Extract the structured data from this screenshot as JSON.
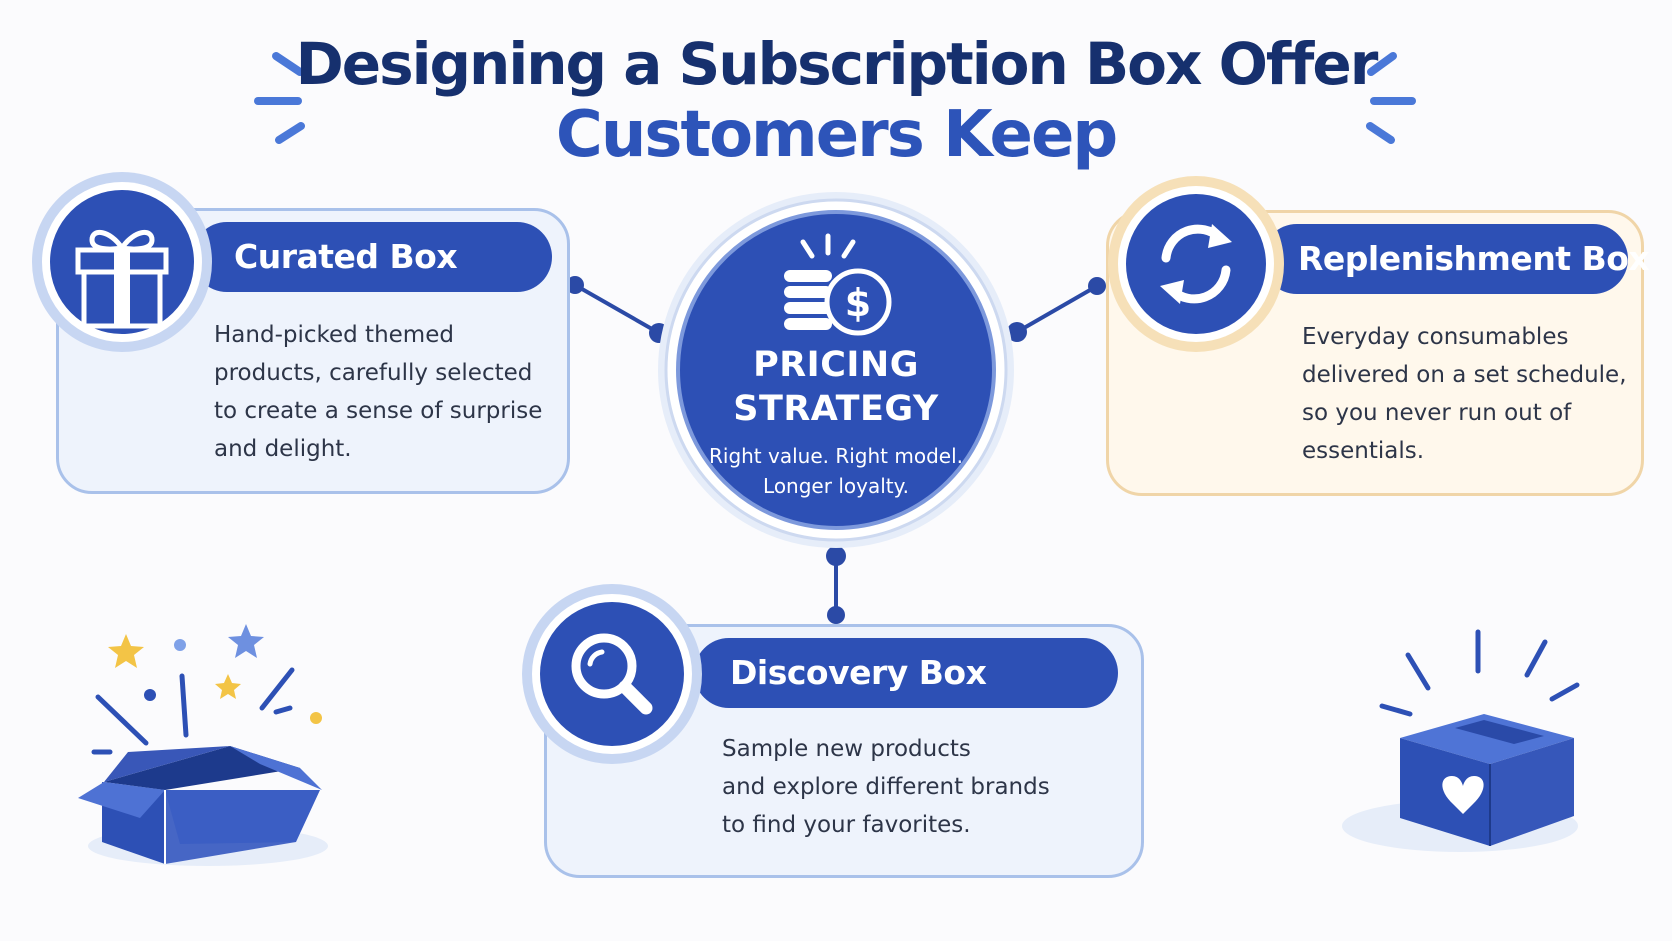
{
  "title": {
    "line1": "Designing a Subscription Box Offer",
    "line2": "Customers Keep"
  },
  "center": {
    "title_line1": "PRICING",
    "title_line2": "STRATEGY",
    "subtitle_line1": "Right value. Right model.",
    "subtitle_line2": "Longer loyalty.",
    "icon": "coins-dollar-icon"
  },
  "cards": {
    "curated": {
      "title": "Curated Box",
      "icon": "gift-icon",
      "desc": [
        "Hand-picked themed",
        "products, carefully selected",
        "to create a sense of surprise",
        "and delight."
      ]
    },
    "replenishment": {
      "title": "Replenishment Box",
      "icon": "refresh-arrows-icon",
      "desc": [
        "Everyday consumables",
        "delivered on a set schedule,",
        "so you never run out of",
        "essentials."
      ]
    },
    "discovery": {
      "title": "Discovery Box",
      "icon": "magnifier-icon",
      "desc": [
        "Sample new products",
        "and explore different brands",
        "to find your favorites."
      ]
    }
  },
  "decorations": {
    "left": "open-box-with-stars-icon",
    "right": "closed-box-with-heart-icon"
  },
  "colors": {
    "navy": "#16306e",
    "primary": "#2d50b5",
    "card_blue": "#eef3fc",
    "card_cream": "#fff8ec",
    "accent_yellow": "#f3c446"
  }
}
